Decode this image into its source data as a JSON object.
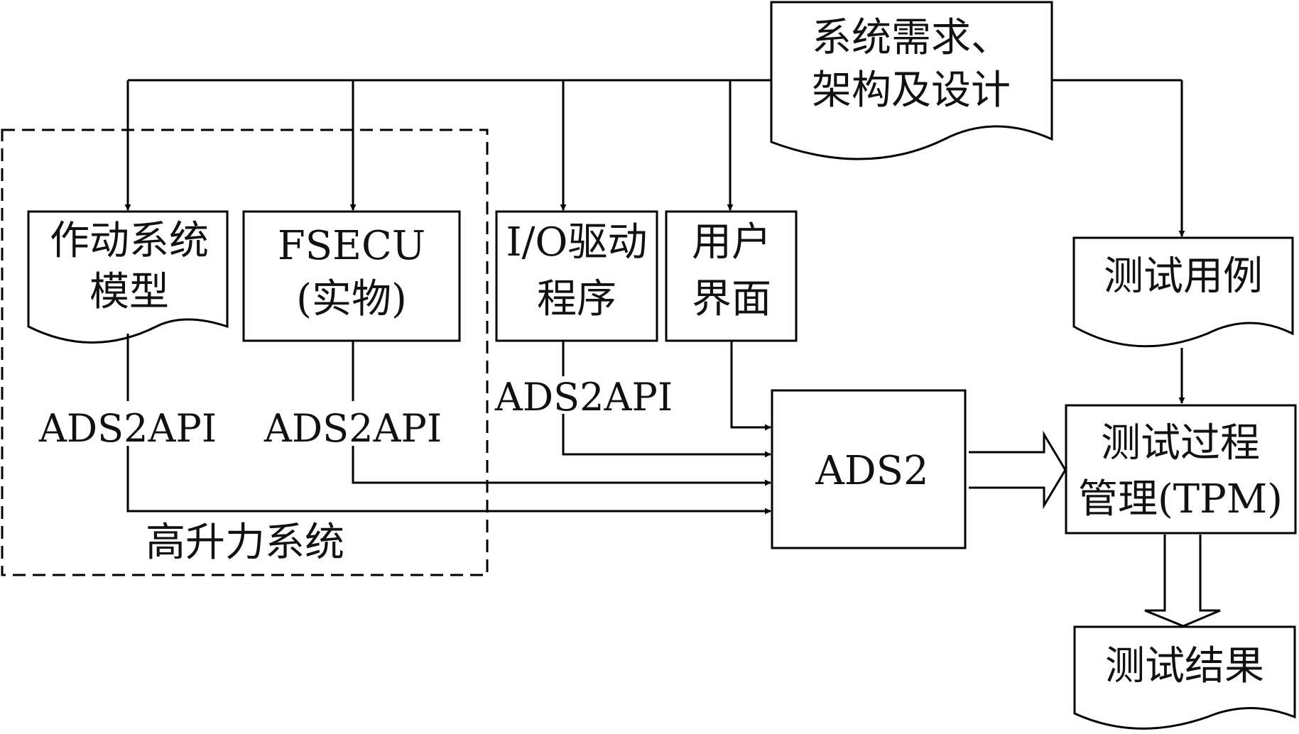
{
  "nodes": {
    "requirements": {
      "line1": "系统需求、",
      "line2": "架构及设计"
    },
    "actuator_model": {
      "line1": "作动系统",
      "line2": "模型"
    },
    "fsecu": {
      "line1": "FSECU",
      "line2": "(实物)"
    },
    "io_driver": {
      "line1": "I/O驱动",
      "line2": "程序"
    },
    "user_interface": {
      "line1": "用户",
      "line2": "界面"
    },
    "test_cases": {
      "label": "测试用例"
    },
    "ads2": {
      "label": "ADS2"
    },
    "tpm": {
      "line1": "测试过程",
      "line2": "管理(TPM)"
    },
    "test_results": {
      "label": "测试结果"
    }
  },
  "edge_labels": {
    "api_actuator": "ADS2API",
    "api_fsecu": "ADS2API",
    "api_io": "ADS2API"
  },
  "group": {
    "label": "高升力系统"
  }
}
